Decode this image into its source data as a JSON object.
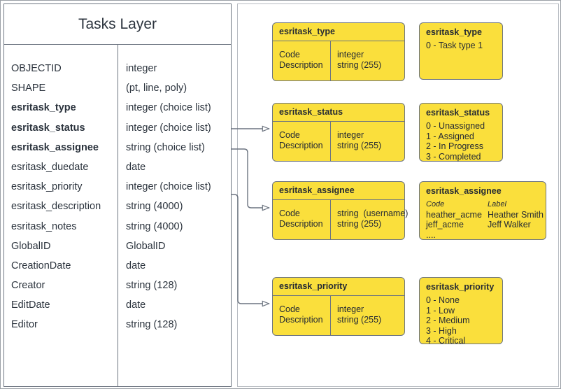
{
  "entity": {
    "title": "Tasks Layer",
    "fields": [
      {
        "name": "OBJECTID",
        "type": "integer",
        "bold": false
      },
      {
        "name": "SHAPE",
        "type": "(pt, line, poly)",
        "bold": false
      },
      {
        "name": "esritask_type",
        "type": "integer (choice list)",
        "bold": true
      },
      {
        "name": "esritask_status",
        "type": "integer (choice list)",
        "bold": true
      },
      {
        "name": "esritask_assignee",
        "type": "string (choice list)",
        "bold": true
      },
      {
        "name": "esritask_duedate",
        "type": "date",
        "bold": false
      },
      {
        "name": "esritask_priority",
        "type": "integer (choice list)",
        "bold": false
      },
      {
        "name": "esritask_description",
        "type": "string (4000)",
        "bold": false
      },
      {
        "name": "esritask_notes",
        "type": "string (4000)",
        "bold": false
      },
      {
        "name": "GlobalID",
        "type": "GlobalID",
        "bold": false
      },
      {
        "name": "CreationDate",
        "type": "date",
        "bold": false
      },
      {
        "name": "Creator",
        "type": "string (128)",
        "bold": false
      },
      {
        "name": "EditDate",
        "type": "date",
        "bold": false
      },
      {
        "name": "Editor",
        "type": "string (128)",
        "bold": false
      }
    ]
  },
  "definitions": [
    {
      "id": "type",
      "title": "esritask_type",
      "left": [
        "Code",
        "Description"
      ],
      "right": [
        "integer",
        "string (255)"
      ]
    },
    {
      "id": "status",
      "title": "esritask_status",
      "left": [
        "Code",
        "Description"
      ],
      "right": [
        "integer",
        "string (255)"
      ]
    },
    {
      "id": "assignee",
      "title": "esritask_assignee",
      "left": [
        "Code",
        "Description"
      ],
      "right": [
        "string  (username)",
        "string (255)"
      ]
    },
    {
      "id": "priority",
      "title": "esritask_priority",
      "left": [
        "Code",
        "Description"
      ],
      "right": [
        "integer",
        "string (255)"
      ]
    }
  ],
  "value_lists": {
    "type": {
      "title": "esritask_type",
      "items": [
        "0 - Task type 1"
      ]
    },
    "status": {
      "title": "esritask_status",
      "items": [
        "0 - Unassigned",
        "1 - Assigned",
        "2 - In Progress",
        "3 - Completed"
      ]
    },
    "assignee": {
      "title": "esritask_assignee",
      "header": {
        "code": "Code",
        "label": "Label"
      },
      "rows": [
        {
          "code": "heather_acme",
          "label": "Heather Smith"
        },
        {
          "code": "jeff_acme",
          "label": "Jeff Walker"
        },
        {
          "code": "....",
          "label": ""
        }
      ]
    },
    "priority": {
      "title": "esritask_priority",
      "items": [
        "0 - None",
        "1 - Low",
        "2 - Medium",
        "3 - High",
        "4 - Critical"
      ]
    }
  },
  "colors": {
    "box_fill": "#fadf3c",
    "stroke": "#6c7480",
    "text": "#262b33",
    "panel_border": "#b8bcc2"
  }
}
